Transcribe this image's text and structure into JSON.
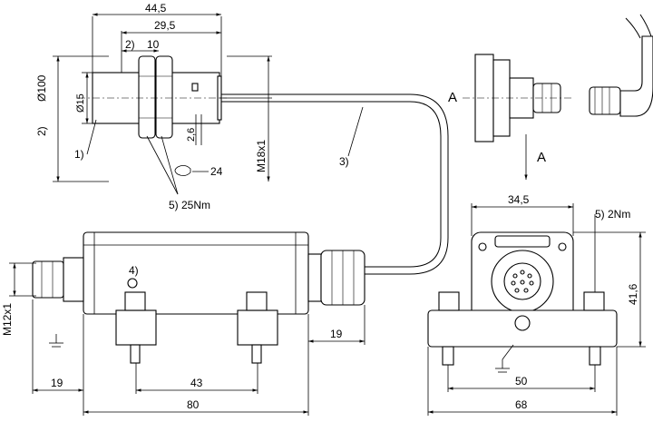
{
  "labels": {
    "d_44_5": "44,5",
    "d_29_5": "29,5",
    "d_10": "10",
    "n2_top": "2)",
    "n2_side": "2)",
    "d_phi100": "Ø100",
    "d_phi15": "Ø15",
    "n1": "1)",
    "d_2_6": "2,6",
    "d_m18": "M18x1",
    "n3": "3)",
    "n24": "24",
    "n5_torque": "5)  25Nm",
    "viewA_left": "A",
    "viewA_bottom": "A",
    "n4": "4)",
    "d_m12": "M12x1",
    "d_19_right": "19",
    "d_19_left": "19",
    "d_43": "43",
    "d_80": "80",
    "d_34_5": "34,5",
    "n5_2nm": "5)  2Nm",
    "d_41_6": "41,6",
    "d_50": "50",
    "d_68": "68"
  }
}
